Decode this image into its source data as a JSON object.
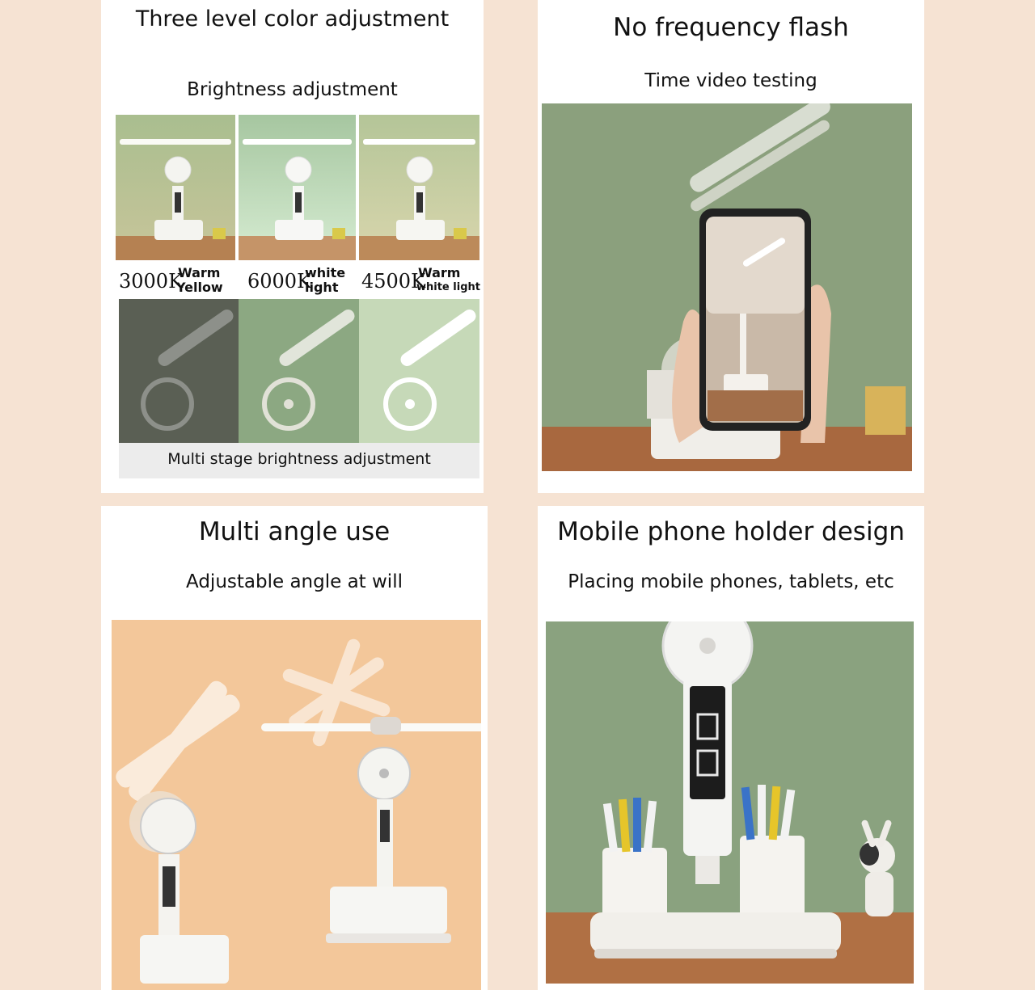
{
  "panels": {
    "top_left": {
      "title": "Three level color adjustment",
      "subtitle": "Brightness adjustment",
      "temps": [
        {
          "value": "3000K",
          "desc_line1": "Warm",
          "desc_line2": "Yellow"
        },
        {
          "value": "6000K",
          "desc_line1": "white",
          "desc_line2": "light"
        },
        {
          "value": "4500K",
          "desc_line1": "Warm",
          "desc_line2": "white light"
        }
      ],
      "caption": "Multi stage brightness adjustment"
    },
    "top_right": {
      "title": "No frequency flash",
      "subtitle": "Time video testing"
    },
    "bottom_left": {
      "title": "Multi angle use",
      "subtitle": "Adjustable angle at will"
    },
    "bottom_right": {
      "title": "Mobile phone holder design",
      "subtitle": "Placing mobile phones, tablets, etc"
    }
  },
  "colors": {
    "background": "#f6e3d3",
    "wall_green": "#8aa27f",
    "wall_peach": "#f3c79a",
    "desk_wood": "#b07044",
    "lamp_white": "#f4f4f2"
  }
}
